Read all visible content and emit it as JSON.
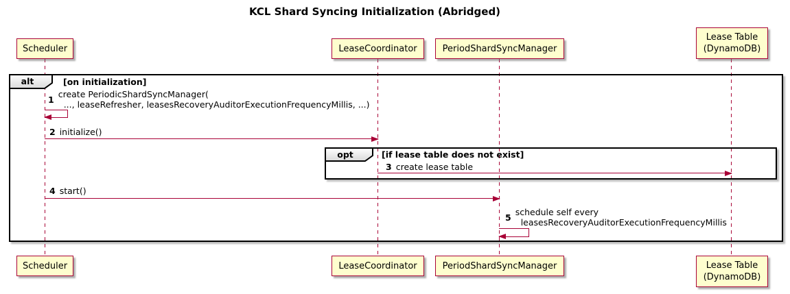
{
  "title": "KCL Shard Syncing Initialization (Abridged)",
  "participants": [
    {
      "id": "scheduler",
      "label": "Scheduler"
    },
    {
      "id": "lease-coordinator",
      "label": "LeaseCoordinator"
    },
    {
      "id": "period-shard-sync-manager",
      "label": "PeriodShardSyncManager"
    },
    {
      "id": "lease-table",
      "label": "Lease Table",
      "label2": "(DynamoDB)"
    }
  ],
  "frames": {
    "alt": {
      "keyword": "alt",
      "condition": "[on initialization]"
    },
    "opt": {
      "keyword": "opt",
      "condition": "[if lease table does not exist]"
    }
  },
  "messages": {
    "m1": {
      "num": "1",
      "line1": "create PeriodicShardSyncManager(",
      "line2": "..., leaseRefresher, leasesRecoveryAuditorExecutionFrequencyMillis, ...)"
    },
    "m2": {
      "num": "2",
      "text": "initialize()"
    },
    "m3": {
      "num": "3",
      "text": "create lease table"
    },
    "m4": {
      "num": "4",
      "text": "start()"
    },
    "m5": {
      "num": "5",
      "line1": "schedule self every",
      "line2": "leasesRecoveryAuditorExecutionFrequencyMillis"
    }
  },
  "colors": {
    "participant_fill": "#FEFECE",
    "participant_border": "#A80036",
    "arrow": "#A80036",
    "frame_border": "#000000",
    "background": "#FFFFFF"
  }
}
